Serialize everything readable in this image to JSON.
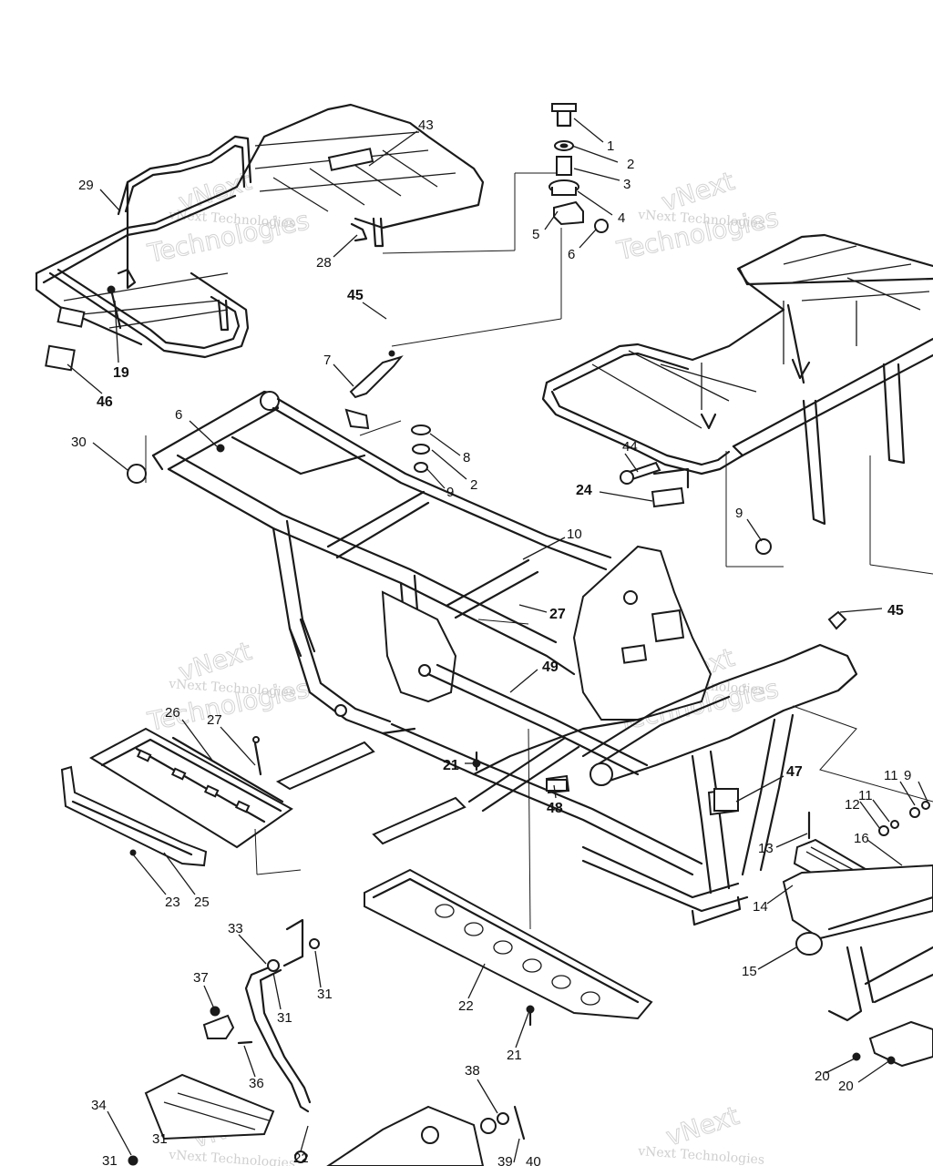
{
  "watermark": {
    "brand": "vNext",
    "line1": "vNext Technologies",
    "line2": "Technologies"
  },
  "callouts": [
    {
      "id": "c1",
      "text": "1"
    },
    {
      "id": "c2a",
      "text": "2"
    },
    {
      "id": "c3",
      "text": "3"
    },
    {
      "id": "c4",
      "text": "4"
    },
    {
      "id": "c5",
      "text": "5"
    },
    {
      "id": "c6a",
      "text": "6"
    },
    {
      "id": "c43",
      "text": "43"
    },
    {
      "id": "c29",
      "text": "29"
    },
    {
      "id": "c28",
      "text": "28"
    },
    {
      "id": "c45a",
      "text": "45"
    },
    {
      "id": "c19",
      "text": "19"
    },
    {
      "id": "c46",
      "text": "46"
    },
    {
      "id": "c7",
      "text": "7"
    },
    {
      "id": "c6b",
      "text": "6"
    },
    {
      "id": "c30",
      "text": "30"
    },
    {
      "id": "c8",
      "text": "8"
    },
    {
      "id": "c2b",
      "text": "2"
    },
    {
      "id": "c9a",
      "text": "9"
    },
    {
      "id": "c44",
      "text": "44"
    },
    {
      "id": "c24",
      "text": "24"
    },
    {
      "id": "c9b",
      "text": "9"
    },
    {
      "id": "c10",
      "text": "10"
    },
    {
      "id": "c27a",
      "text": "27"
    },
    {
      "id": "c45b",
      "text": "45"
    },
    {
      "id": "c49",
      "text": "49"
    },
    {
      "id": "c26",
      "text": "26"
    },
    {
      "id": "c27b",
      "text": "27"
    },
    {
      "id": "c21a",
      "text": "21"
    },
    {
      "id": "c47",
      "text": "47"
    },
    {
      "id": "c48",
      "text": "48"
    },
    {
      "id": "c11a",
      "text": "11"
    },
    {
      "id": "c9c",
      "text": "9"
    },
    {
      "id": "c12",
      "text": "12"
    },
    {
      "id": "c11b",
      "text": "11"
    },
    {
      "id": "c13",
      "text": "13"
    },
    {
      "id": "c16",
      "text": "16"
    },
    {
      "id": "c23",
      "text": "23"
    },
    {
      "id": "c25",
      "text": "25"
    },
    {
      "id": "c14",
      "text": "14"
    },
    {
      "id": "c33",
      "text": "33"
    },
    {
      "id": "c15",
      "text": "15"
    },
    {
      "id": "c31a",
      "text": "31"
    },
    {
      "id": "c31b",
      "text": "31"
    },
    {
      "id": "c22a",
      "text": "22"
    },
    {
      "id": "c37",
      "text": "37"
    },
    {
      "id": "c21b",
      "text": "21"
    },
    {
      "id": "c36",
      "text": "36"
    },
    {
      "id": "c20a",
      "text": "20"
    },
    {
      "id": "c20b",
      "text": "20"
    },
    {
      "id": "c38",
      "text": "38"
    },
    {
      "id": "c34",
      "text": "34"
    },
    {
      "id": "c31c",
      "text": "31"
    },
    {
      "id": "c31d",
      "text": "31"
    },
    {
      "id": "c22b",
      "text": "22"
    },
    {
      "id": "c39",
      "text": "39"
    },
    {
      "id": "c40",
      "text": "40"
    }
  ]
}
